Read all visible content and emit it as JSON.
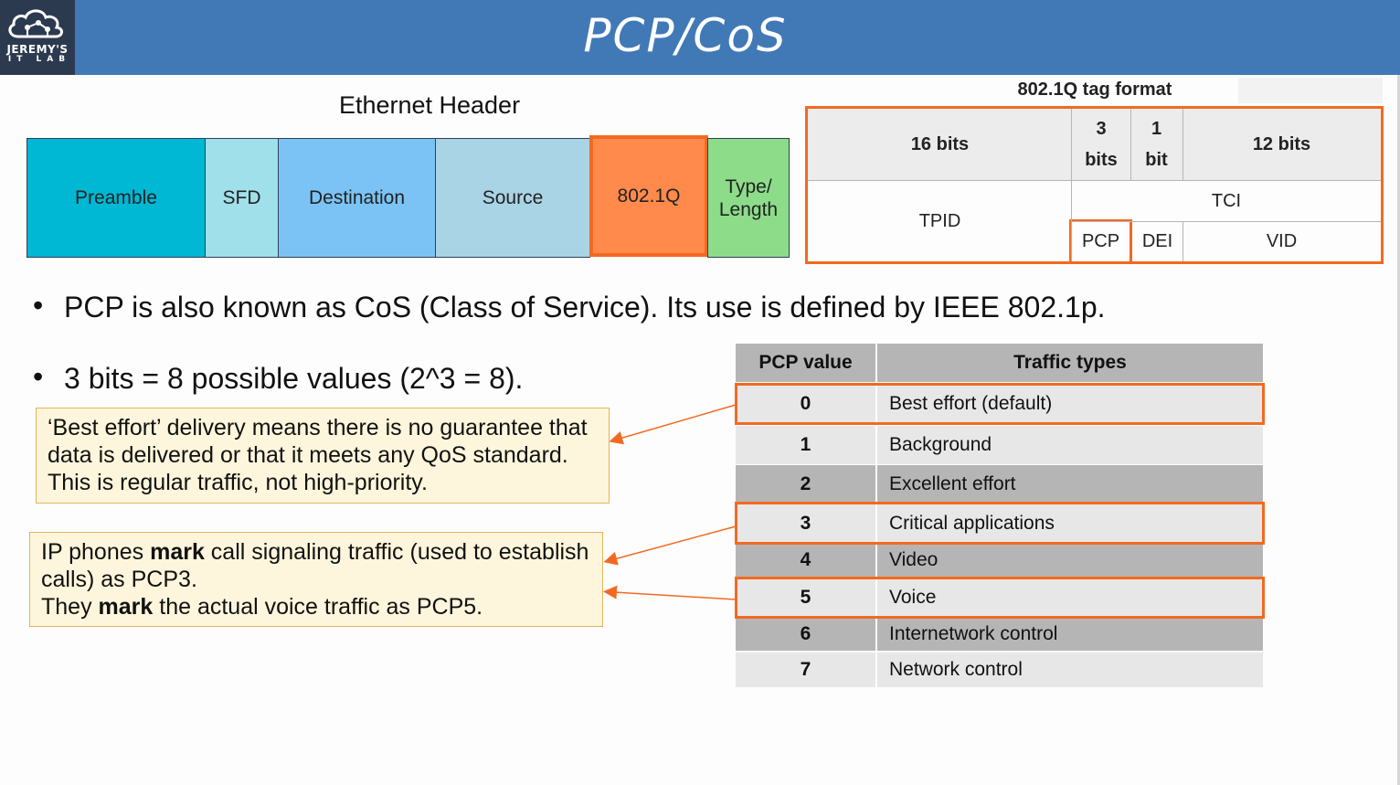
{
  "header": {
    "logo_line1": "JEREMY'S",
    "logo_line2": "IT LAB",
    "title": "PCP/CoS",
    "bar_color": "#4179b7"
  },
  "ethernet": {
    "title": "Ethernet Header",
    "fields": [
      {
        "label": "Preamble",
        "color": "#00b8d4"
      },
      {
        "label": "SFD",
        "color": "#a0e0ea"
      },
      {
        "label": "Destination",
        "color": "#7cc3f5"
      },
      {
        "label": "Source",
        "color": "#a9d4e6"
      },
      {
        "label": "802.1Q",
        "color": "#ff8a4c",
        "highlighted": true
      },
      {
        "label": "Type/ Length",
        "color": "#8ddc8a"
      }
    ]
  },
  "tag_format": {
    "title": "802.1Q tag format",
    "bits": {
      "tpid": "16 bits",
      "pcp": "3 bits",
      "dei": "1 bit",
      "vid": "12 bits"
    },
    "tpid": "TPID",
    "tci": "TCI",
    "pcp": "PCP",
    "dei": "DEI",
    "vid": "VID"
  },
  "bullets": [
    "PCP is also known as CoS (Class of Service).  Its use is defined by IEEE 802.1p.",
    "3 bits = 8 possible values (2^3 = 8)."
  ],
  "callouts": {
    "best_effort": "‘Best effort’ delivery means there is no guarantee that data is delivered or that it meets any QoS standard.  This is regular traffic, not high-priority.",
    "ip_phones": {
      "l1_pre": "IP phones ",
      "l1_bold": "mark",
      "l1_post": " call signaling traffic (used to establish calls) as PCP3.",
      "l2_pre": "They ",
      "l2_bold": "mark",
      "l2_post": " the actual voice traffic as PCP5."
    }
  },
  "pcp_table": {
    "headers": [
      "PCP value",
      "Traffic types"
    ],
    "rows": [
      {
        "value": "0",
        "type": "Best effort (default)",
        "highlighted": true
      },
      {
        "value": "1",
        "type": "Background"
      },
      {
        "value": "2",
        "type": "Excellent effort"
      },
      {
        "value": "3",
        "type": "Critical applications",
        "highlighted": true
      },
      {
        "value": "4",
        "type": "Video"
      },
      {
        "value": "5",
        "type": "Voice",
        "highlighted": true
      },
      {
        "value": "6",
        "type": "Internetwork control"
      },
      {
        "value": "7",
        "type": "Network control"
      }
    ]
  },
  "accent_color": "#f26a21"
}
